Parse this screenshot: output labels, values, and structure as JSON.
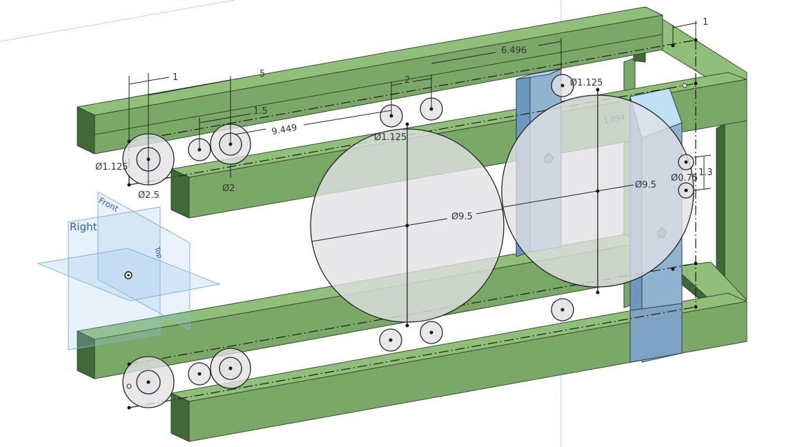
{
  "dimensions": {
    "d_1_left": "1",
    "d_5": "5",
    "d_1_5": "1.5",
    "d_9_449": "9.449",
    "d_2": "2",
    "d_6_496": "6.496",
    "d_1_right": "1",
    "dia_1_125_left": "Ø1.125",
    "dia_2_5": "Ø2.5",
    "dia_2": "Ø2",
    "dia_1_125_mid": "Ø1.125",
    "dia_1_125_top": "Ø1.125",
    "dia_9_5_left": "Ø9.5",
    "dia_9_5_right": "Ø9.5",
    "dia_0_75": "Ø0.75",
    "d_1_3": "1.3",
    "d_1_094": "1.094"
  },
  "planes": {
    "front": "Front",
    "right": "Right",
    "top": "Top"
  },
  "colors": {
    "frame": "#8fbf78",
    "bracket": "#8fb3d1",
    "plane": "#9cc6e8",
    "plane_label": "#2b5fae",
    "construction_line": "#a7d5ef"
  }
}
